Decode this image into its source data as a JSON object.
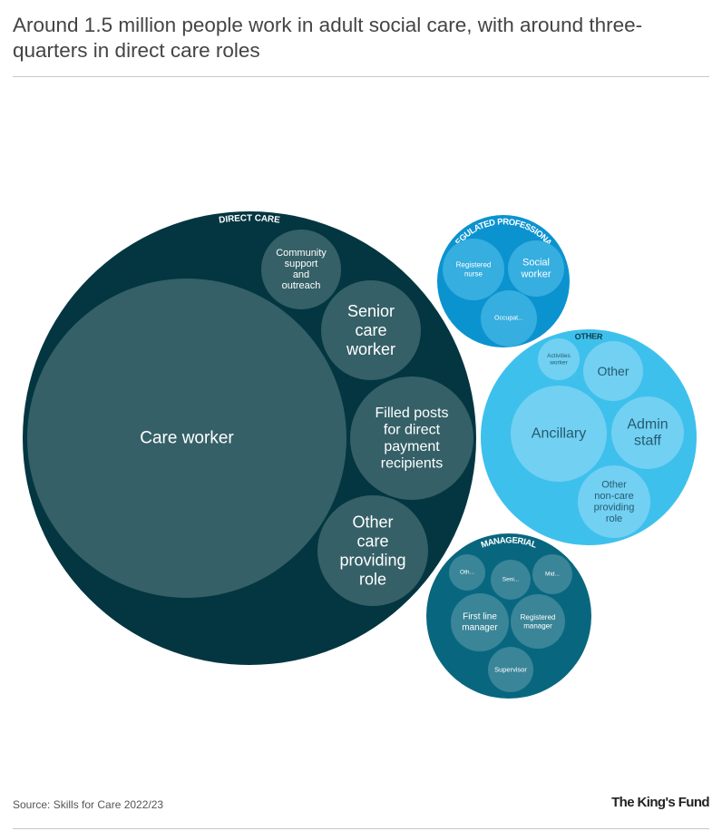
{
  "title": "Around 1.5 million people work in adult social care, with around three-quarters in direct care roles",
  "source": "Source: Skills for Care 2022/23",
  "logo": "The King's Fund",
  "chart_data": {
    "type": "packed-bubble",
    "title": "Around 1.5 million people work in adult social care, with around three-quarters in direct care roles",
    "groups": [
      {
        "name": "DIRECT CARE",
        "color": "#033641",
        "child_color": "#356067",
        "children": [
          {
            "name": "Care worker",
            "label_lines": [
              "Care worker"
            ]
          },
          {
            "name": "Community support and outreach",
            "label_lines": [
              "Community",
              "support",
              "and",
              "outreach"
            ]
          },
          {
            "name": "Senior care worker",
            "label_lines": [
              "Senior",
              "care",
              "worker"
            ]
          },
          {
            "name": "Filled posts for direct payment recipients",
            "label_lines": [
              "Filled posts",
              "for direct",
              "payment",
              "recipients"
            ]
          },
          {
            "name": "Other care providing role",
            "label_lines": [
              "Other",
              "care",
              "providing",
              "role"
            ]
          }
        ]
      },
      {
        "name": "REGULATED PROFESSIONAL",
        "color": "#0b93d0",
        "child_color": "#36aedf",
        "children": [
          {
            "name": "Registered nurse",
            "label_lines": [
              "Registered",
              "nurse"
            ]
          },
          {
            "name": "Social worker",
            "label_lines": [
              "Social",
              "worker"
            ]
          },
          {
            "name": "Occupat...",
            "label_lines": [
              "Occupat..."
            ]
          }
        ]
      },
      {
        "name": "OTHER",
        "color": "#3ec0ec",
        "child_color": "#72d0f2",
        "text_color": "#245b70",
        "children": [
          {
            "name": "Ancillary",
            "label_lines": [
              "Ancillary"
            ]
          },
          {
            "name": "Admin staff",
            "label_lines": [
              "Admin",
              "staff"
            ]
          },
          {
            "name": "Other",
            "label_lines": [
              "Other"
            ]
          },
          {
            "name": "Other non-care providing role",
            "label_lines": [
              "Other",
              "non-care",
              "providing",
              "role"
            ]
          },
          {
            "name": "Activities worker",
            "label_lines": [
              "Activities",
              "worker"
            ]
          }
        ]
      },
      {
        "name": "MANAGERIAL",
        "color": "#08677f",
        "child_color": "#3a8598",
        "children": [
          {
            "name": "First line manager",
            "label_lines": [
              "First line",
              "manager"
            ]
          },
          {
            "name": "Registered manager",
            "label_lines": [
              "Registered",
              "manager"
            ]
          },
          {
            "name": "Supervisor",
            "label_lines": [
              "Supervisor"
            ]
          },
          {
            "name": "Oth...",
            "label_lines": [
              "Oth..."
            ]
          },
          {
            "name": "Seni...",
            "label_lines": [
              "Seni..."
            ]
          },
          {
            "name": "Mid...",
            "label_lines": [
              "Mid..."
            ]
          }
        ]
      }
    ]
  }
}
